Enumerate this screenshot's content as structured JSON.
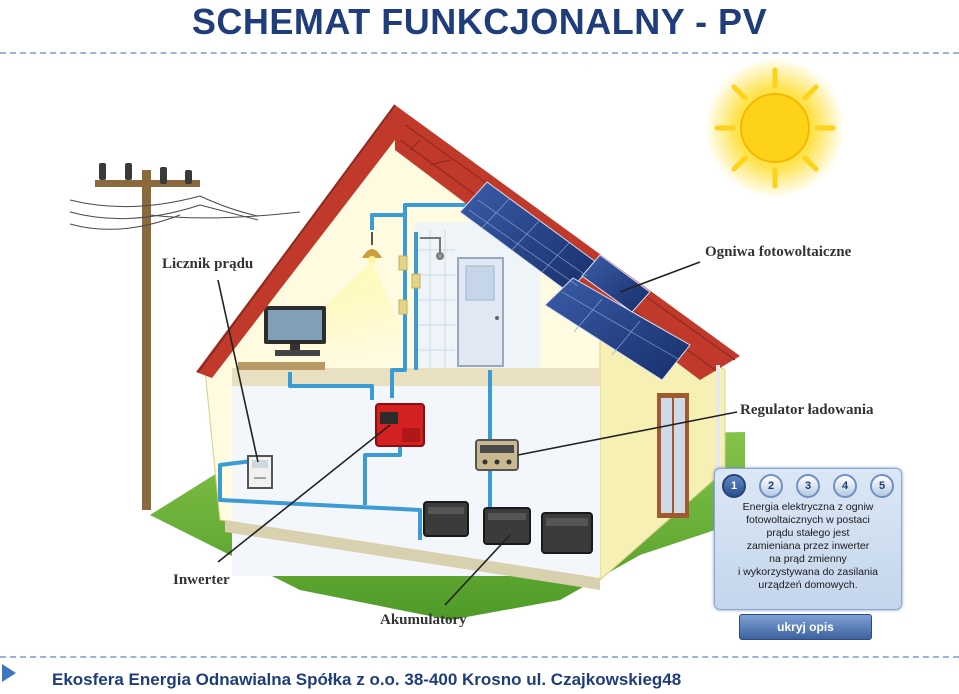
{
  "title": "SCHEMAT  FUNKCJONALNY  -  PV",
  "labels": {
    "meter": "Licznik prądu",
    "pv_cells": "Ogniwa fotowoltaiczne",
    "charge_regulator": "Regulator ładowania",
    "inverter": "Inwerter",
    "batteries": "Akumulatory"
  },
  "info_panel": {
    "steps": [
      "1",
      "2",
      "3",
      "4",
      "5"
    ],
    "active_step": "1",
    "description": "Energia elektryczna z ogniw\nfotowoltaicznych w postaci\nprądu stałego jest\nzamieniana przez inwerter\nna prąd zmienny\ni wykorzystywana do zasilania\nurządzeń domowych.",
    "hide_button": "ukryj opis"
  },
  "footer": "Ekosfera Energia Odnawialna Spółka z o.o.  38-400 Krosno  ul. Czajkowskieg48",
  "colors": {
    "title": "#1f3d7a",
    "roof": "#c0392b",
    "wall": "#f4f0c8",
    "lawn": "#6fb23a",
    "wiring": "#3a9bd5",
    "sun": "#ffd21a"
  }
}
